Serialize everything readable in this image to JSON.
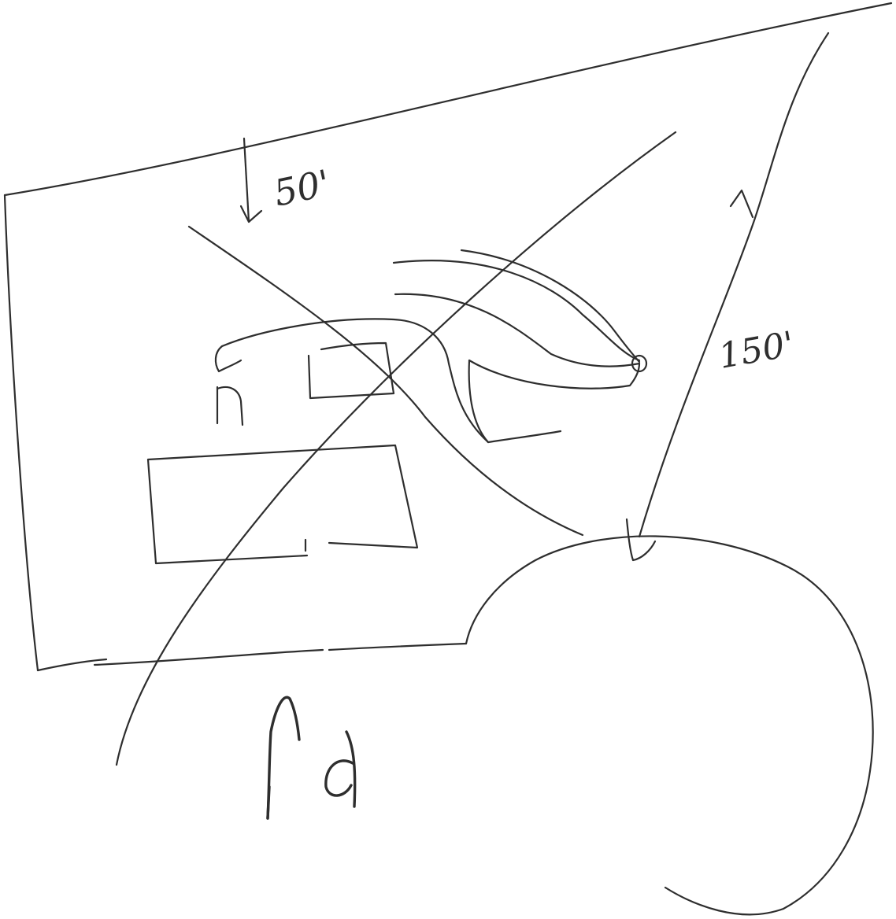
{
  "labels": {
    "top_distance": "50'",
    "right_distance": "150'",
    "road": "Rd"
  },
  "colors": {
    "ink": "#2e2e2e",
    "paper": "#ffffff"
  }
}
